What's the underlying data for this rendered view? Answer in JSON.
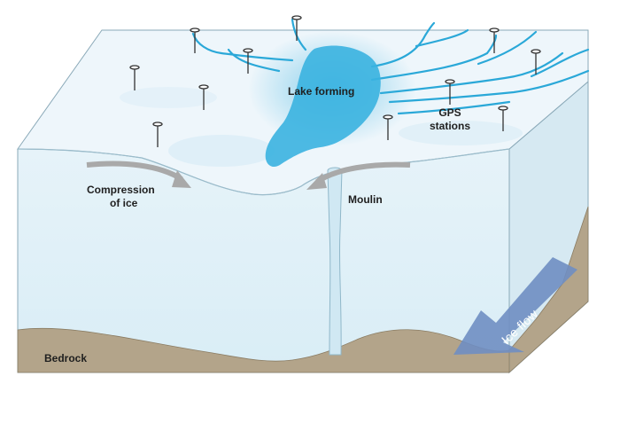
{
  "labels": {
    "lake": "Lake forming",
    "gps_line1": "GPS",
    "gps_line2": "stations",
    "compression_line1": "Compression",
    "compression_line2": "of ice",
    "moulin": "Moulin",
    "bedrock": "Bedrock",
    "ice_flow": "Ice flow"
  },
  "colors": {
    "ice_top": "#eef6fb",
    "ice_front": "#e2f1f8",
    "ice_side": "#d6e9f2",
    "bedrock": "#b3a48a",
    "bedrock_dark": "#9f8f74",
    "lake": "#3ab2e0",
    "streams": "#2aa8d8",
    "arrow_gray": "#a9a9a9",
    "ice_flow_arrow": "#6f8ec2",
    "outline": "#8aa9b8",
    "gps_pole": "#333333"
  },
  "icons": {
    "gps_station": "gps-station-icon",
    "compression_arrow": "curved-arrow-icon",
    "flow_arrow": "large-arrow-icon"
  }
}
